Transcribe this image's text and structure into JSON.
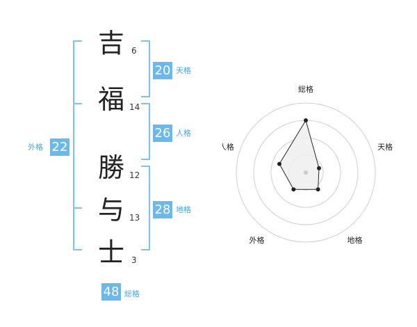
{
  "name": {
    "characters": [
      {
        "char": "吉",
        "strokes": "6"
      },
      {
        "char": "福",
        "strokes": "14"
      },
      {
        "char": "勝",
        "strokes": "12"
      },
      {
        "char": "与",
        "strokes": "13"
      },
      {
        "char": "士",
        "strokes": "3"
      }
    ]
  },
  "kaku": {
    "tenkaku": {
      "value": "20",
      "label": "天格"
    },
    "jinkaku": {
      "value": "26",
      "label": "人格"
    },
    "chikaku": {
      "value": "28",
      "label": "地格"
    },
    "gaikaku": {
      "value": "22",
      "label": "外格"
    },
    "soukaku": {
      "value": "48",
      "label": "総格"
    }
  },
  "colors": {
    "accent": "#6ab9ec",
    "bracket": "#7cc4ef",
    "label": "#4aa8e6",
    "text": "#222222"
  },
  "chart_data": {
    "type": "radar",
    "axes": [
      "総格",
      "天格",
      "地格",
      "外格",
      "人格"
    ],
    "values": [
      0.75,
      0.2,
      0.3,
      0.3,
      0.4
    ],
    "max": 1,
    "rings": 4,
    "fill_color": "#efefef",
    "line_color": "#222222"
  }
}
